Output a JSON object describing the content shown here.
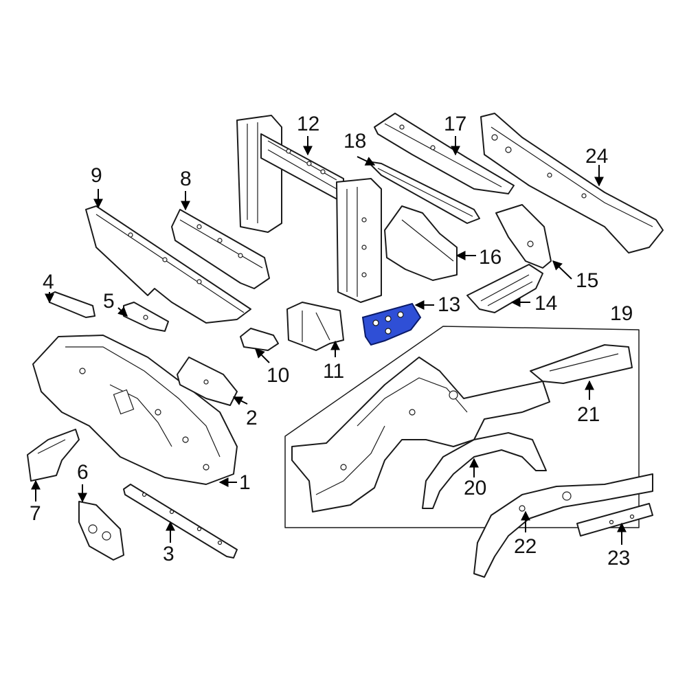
{
  "callouts": {
    "c1": "1",
    "c2": "2",
    "c3": "3",
    "c4": "4",
    "c5": "5",
    "c6": "6",
    "c7": "7",
    "c8": "8",
    "c9": "9",
    "c10": "10",
    "c11": "11",
    "c12": "12",
    "c13": "13",
    "c14": "14",
    "c15": "15",
    "c16": "16",
    "c17": "17",
    "c18": "18",
    "c19": "19",
    "c20": "20",
    "c21": "21",
    "c22": "22",
    "c23": "23",
    "c24": "24"
  },
  "highlight": {
    "part": "13",
    "color": "#2f4fd6"
  },
  "colors": {
    "line": "#1a1a1a",
    "background": "#ffffff"
  }
}
